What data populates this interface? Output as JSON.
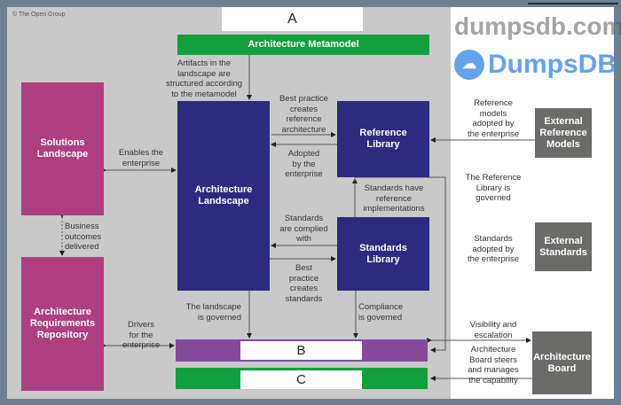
{
  "copyright": "© The Open Group",
  "letters": {
    "a": "A",
    "b": "B",
    "c": "C"
  },
  "boxes": {
    "metamodel": "Architecture Metamodel",
    "solutions": "Solutions\nLandscape",
    "arch_landscape": "Architecture\nLandscape",
    "ref_library": "Reference\nLibrary",
    "std_library": "Standards\nLibrary",
    "req_repo": "Architecture\nRequirements\nRepository",
    "ext_ref": "External\nReference\nModels",
    "ext_std": "External\nStandards",
    "board": "Architecture\nBoard"
  },
  "labels": {
    "artifacts": "Artifacts in the\nlandscape are\nstructured according\nto the metamodel",
    "best_ref": "Best practice\ncreates\nreference\narchitecture",
    "adopted": "Adopted\nby the\nenterprise",
    "enables": "Enables the\nenterprise",
    "std_have": "Standards have\nreference\nimplementations",
    "complied": "Standards\nare complied\nwith",
    "best_std": "Best\npractice\ncreates\nstandards",
    "business": "Business\noutcomes\ndelivered",
    "landscape_gov": "The landscape\nis governed",
    "compliance_gov": "Compliance\nis governed",
    "drivers": "Drivers\nfor the\nenterprise",
    "ref_models": "Reference\nmodels\nadopted by\nthe enterprise",
    "ref_lib_gov": "The Reference\nLibrary is\ngoverned",
    "std_adopted": "Standards\nadopted by\nthe enterprise",
    "visibility": "Visibility and\nescalation",
    "steers": "Architecture\nBoard steers\nand manages\nthe capability"
  },
  "watermarks": {
    "main": "dumpsdb.com",
    "brand": "DumpsDB"
  }
}
